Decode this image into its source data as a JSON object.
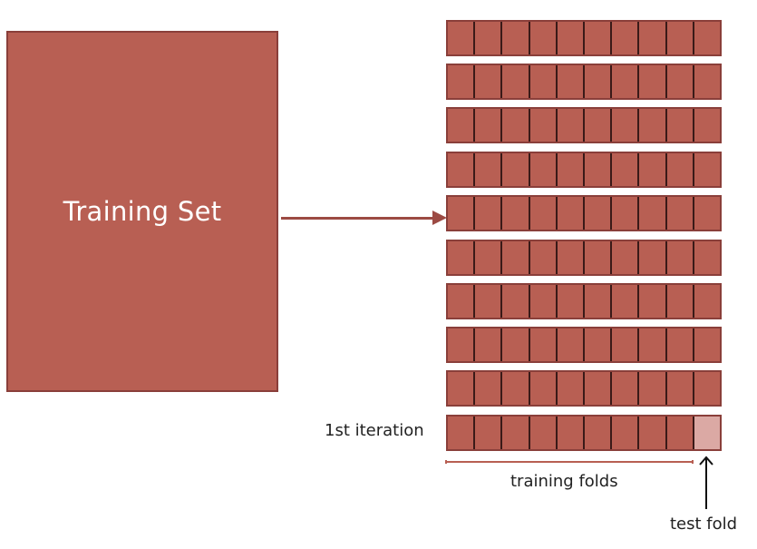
{
  "training_set": {
    "label": "Training Set"
  },
  "folds": {
    "row_count": 10,
    "cells_per_row": 10,
    "iteration_label": "1st iteration",
    "training_label": "training folds",
    "test_label": "test fold"
  },
  "colors": {
    "block_fill": "#b85f53",
    "block_border": "#8a3f3a",
    "cell_divider": "#3a1a18",
    "test_fold_fill": "#dba9a4",
    "arrow": "#9c4a43",
    "text": "#222222",
    "bracket": "#b85f53"
  }
}
